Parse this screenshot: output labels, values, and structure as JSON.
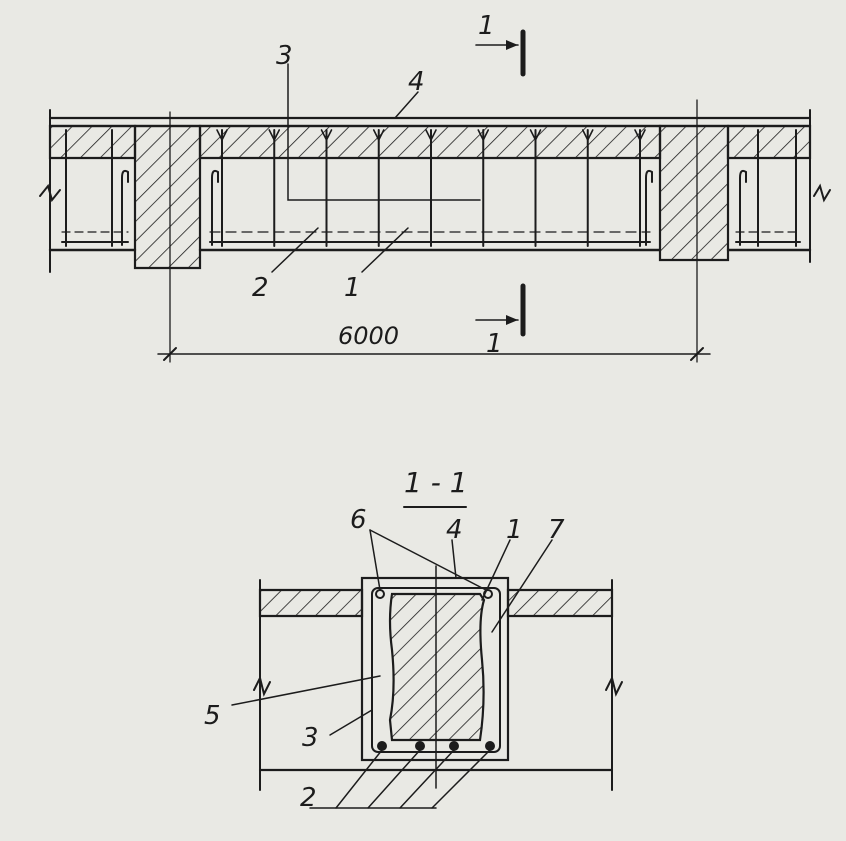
{
  "elevation": {
    "span_dimension": "6000",
    "section_marks": [
      "1",
      "1"
    ],
    "callouts": [
      "1",
      "2",
      "3",
      "4"
    ]
  },
  "section": {
    "title": "1 - 1",
    "callouts": [
      "1",
      "2",
      "3",
      "4",
      "5",
      "6",
      "7"
    ]
  },
  "colors": {
    "ink": "#1c1c1c",
    "paper": "#e9e9e4"
  }
}
